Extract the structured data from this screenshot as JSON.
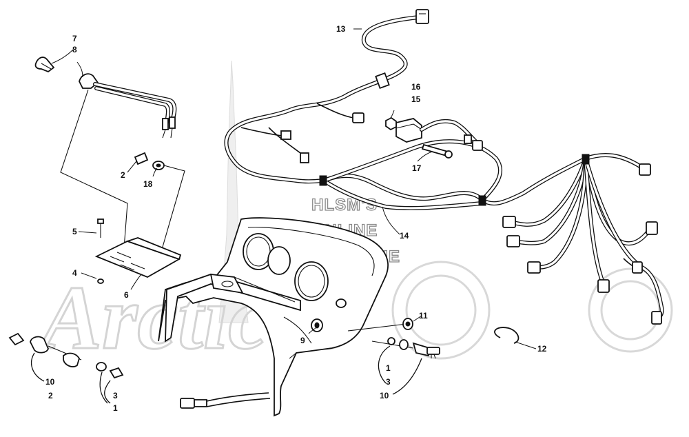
{
  "watermark": {
    "line1": "HLSM'S",
    "line2": "ONLINE",
    "line3": "MICROFICHE",
    "brand": "Arcticat"
  },
  "callouts": [
    "7",
    "8",
    "13",
    "16",
    "15",
    "17",
    "2",
    "18",
    "5",
    "14",
    "4",
    "6",
    "11",
    "9",
    "12",
    "1",
    "3",
    "10",
    "10",
    "2",
    "3",
    "1"
  ]
}
